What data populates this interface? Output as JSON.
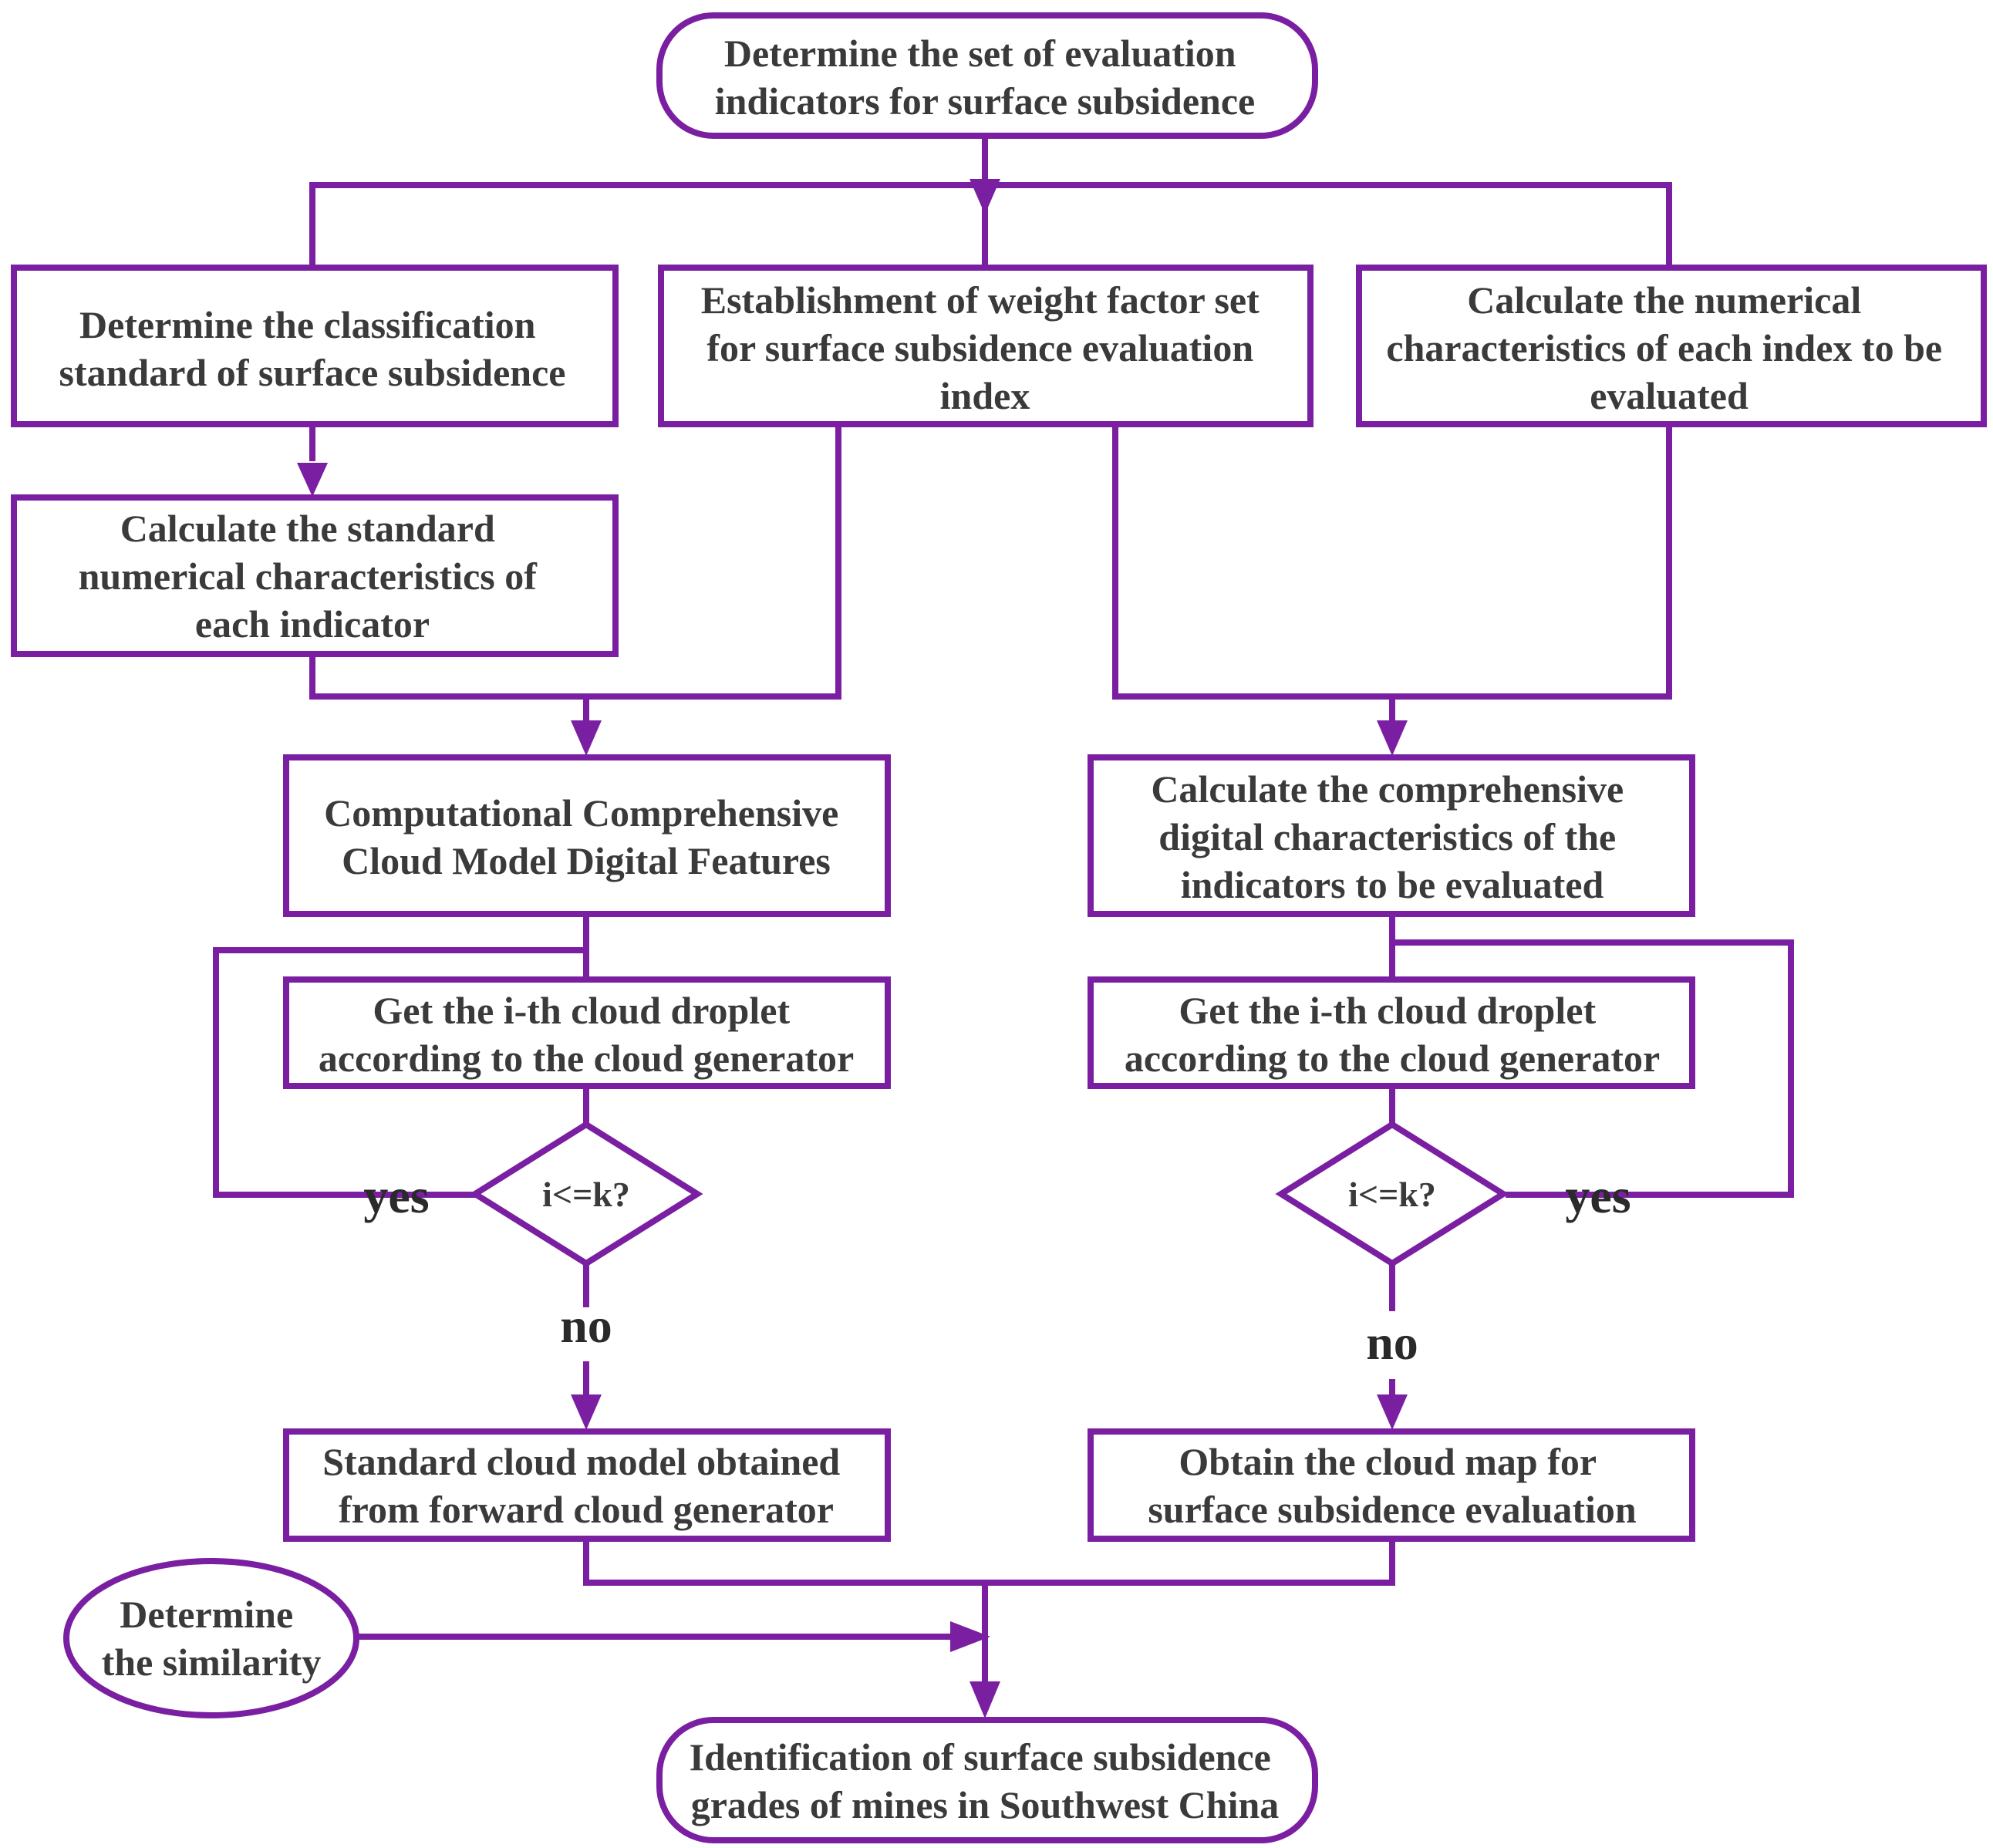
{
  "theme": {
    "stroke": "#7a1fa2",
    "text": "#3a3a3a",
    "background": "#ffffff"
  },
  "nodes": {
    "start": {
      "lines": [
        "Determine the set of evaluation",
        "indicators for surface subsidence"
      ]
    },
    "classification": {
      "lines": [
        "Determine the classification",
        "standard of surface subsidence"
      ]
    },
    "weight": {
      "lines": [
        "Establishment of weight factor set",
        "for surface subsidence evaluation",
        "index"
      ]
    },
    "numerical": {
      "lines": [
        "Calculate the numerical",
        "characteristics of each index to be",
        "evaluated"
      ]
    },
    "standard_numerical": {
      "lines": [
        "Calculate the standard",
        "numerical characteristics of",
        "each indicator"
      ]
    },
    "comprehensive_cloud": {
      "lines": [
        "Computational Comprehensive",
        "Cloud Model Digital Features"
      ]
    },
    "comprehensive_digital": {
      "lines": [
        "Calculate the comprehensive",
        "digital characteristics of the",
        "indicators to be evaluated"
      ]
    },
    "droplet_left": {
      "lines": [
        "Get the i-th cloud droplet",
        "according to the cloud generator"
      ]
    },
    "droplet_right": {
      "lines": [
        "Get the i-th cloud droplet",
        "according to the cloud generator"
      ]
    },
    "decision_left": {
      "lines": [
        "i<=k?"
      ]
    },
    "decision_right": {
      "lines": [
        "i<=k?"
      ]
    },
    "standard_cloud": {
      "lines": [
        "Standard cloud model obtained",
        "from forward cloud generator"
      ]
    },
    "cloud_map": {
      "lines": [
        "Obtain the cloud map for",
        "surface subsidence evaluation"
      ]
    },
    "similarity": {
      "lines": [
        "Determine",
        "the similarity"
      ]
    },
    "result": {
      "lines": [
        "Identification of surface subsidence",
        "grades of mines in Southwest China"
      ]
    }
  },
  "labels": {
    "yes_left": "yes",
    "yes_right": "yes",
    "no_left": "no",
    "no_right": "no"
  }
}
